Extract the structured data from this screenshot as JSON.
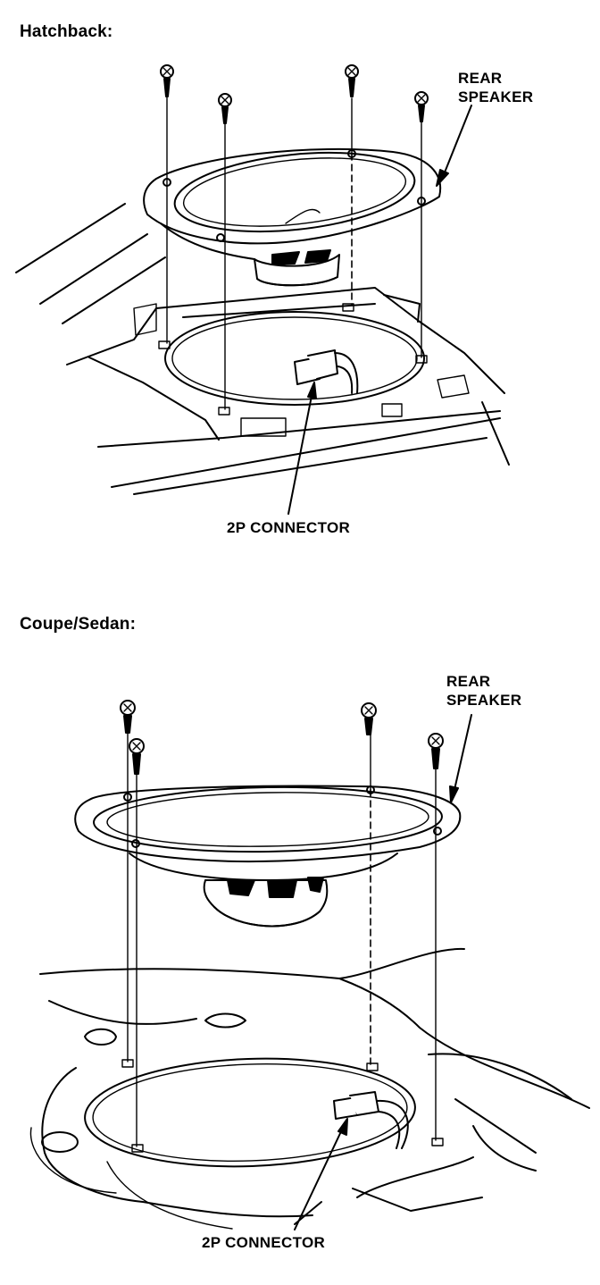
{
  "sections": {
    "hatchback": {
      "title": "Hatchback:",
      "speaker_label_line1": "REAR",
      "speaker_label_line2": "SPEAKER",
      "connector_label": "2P CONNECTOR"
    },
    "coupe_sedan": {
      "title": "Coupe/Sedan:",
      "speaker_label_line1": "REAR",
      "speaker_label_line2": "SPEAKER",
      "connector_label": "2P CONNECTOR"
    }
  },
  "colors": {
    "ink": "#000000",
    "paper": "#ffffff"
  },
  "icons": [
    "screw-icon",
    "arrow-icon",
    "speaker-icon",
    "connector-icon"
  ]
}
